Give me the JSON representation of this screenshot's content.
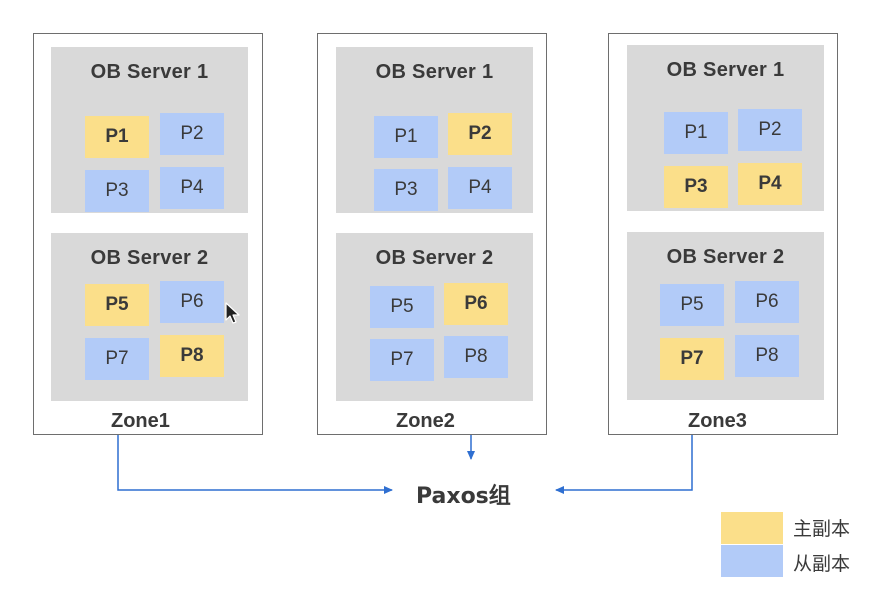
{
  "zones": [
    {
      "label": "Zone1",
      "servers": [
        {
          "title": "OB Server 1",
          "partitions": [
            {
              "label": "P1",
              "role": "primary"
            },
            {
              "label": "P2",
              "role": "follower"
            },
            {
              "label": "P3",
              "role": "follower"
            },
            {
              "label": "P4",
              "role": "follower"
            }
          ]
        },
        {
          "title": "OB Server 2",
          "partitions": [
            {
              "label": "P5",
              "role": "primary"
            },
            {
              "label": "P6",
              "role": "follower"
            },
            {
              "label": "P7",
              "role": "follower"
            },
            {
              "label": "P8",
              "role": "primary"
            }
          ]
        }
      ]
    },
    {
      "label": "Zone2",
      "servers": [
        {
          "title": "OB Server 1",
          "partitions": [
            {
              "label": "P1",
              "role": "follower"
            },
            {
              "label": "P2",
              "role": "primary"
            },
            {
              "label": "P3",
              "role": "follower"
            },
            {
              "label": "P4",
              "role": "follower"
            }
          ]
        },
        {
          "title": "OB Server 2",
          "partitions": [
            {
              "label": "P5",
              "role": "follower"
            },
            {
              "label": "P6",
              "role": "primary"
            },
            {
              "label": "P7",
              "role": "follower"
            },
            {
              "label": "P8",
              "role": "follower"
            }
          ]
        }
      ]
    },
    {
      "label": "Zone3",
      "servers": [
        {
          "title": "OB Server 1",
          "partitions": [
            {
              "label": "P1",
              "role": "follower"
            },
            {
              "label": "P2",
              "role": "follower"
            },
            {
              "label": "P3",
              "role": "primary"
            },
            {
              "label": "P4",
              "role": "primary"
            }
          ]
        },
        {
          "title": "OB Server 2",
          "partitions": [
            {
              "label": "P5",
              "role": "follower"
            },
            {
              "label": "P6",
              "role": "follower"
            },
            {
              "label": "P7",
              "role": "primary"
            },
            {
              "label": "P8",
              "role": "follower"
            }
          ]
        }
      ]
    }
  ],
  "paxos_label": "Paxos组",
  "legend": {
    "primary_label": "主副本",
    "follower_label": "从副本"
  },
  "colors": {
    "primary": "#fbdf8a",
    "follower": "#b2cbf8",
    "server_bg": "#d9d9d9",
    "arrow": "#2f6fd1"
  },
  "icons": [
    "mouse-cursor-icon"
  ]
}
